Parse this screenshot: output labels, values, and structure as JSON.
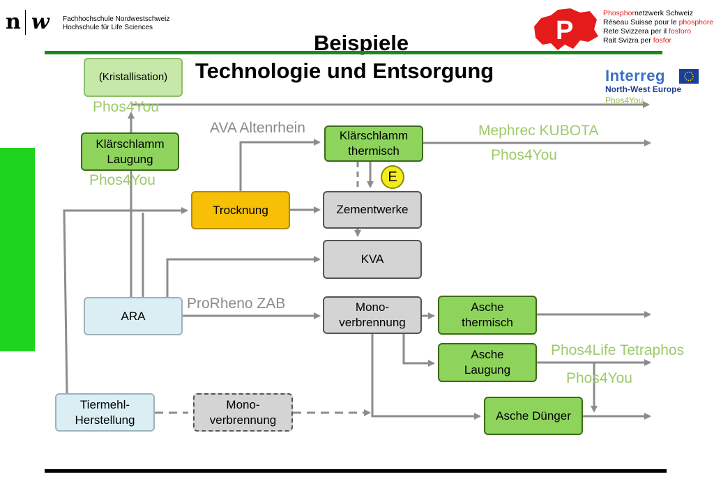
{
  "header": {
    "logo_n": "n",
    "logo_w": "w",
    "fh_line1": "Fachhochschule Nordwestschweiz",
    "fh_line2": "Hochschule für Life Sciences"
  },
  "phosphor": {
    "line1_red": "Phosphor",
    "line1_rest": "netzwerk Schweiz",
    "line2_a": "Réseau Suisse pour le ",
    "line2_red": "phosphore",
    "line3_a": "Rete Svizzera per il ",
    "line3_red": "fosforo",
    "line4_a": "Rait Svizra per ",
    "line4_red": "fosfor",
    "logo_letter": "P"
  },
  "interreg": {
    "name": "Interreg",
    "region": "North-West Europe",
    "project": "Phos4You"
  },
  "titles": {
    "title1": "Beispiele",
    "title2": "Technologie und Entsorgung"
  },
  "boxes": {
    "kristallisation": "(Kristallisation)",
    "ks_laugung_1": "Klärschlamm",
    "ks_laugung_2": "Laugung",
    "trocknung": "Trocknung",
    "ks_thermisch_1": "Klärschlamm",
    "ks_thermisch_2": "thermisch",
    "zementwerke": "Zementwerke",
    "kva": "KVA",
    "ara": "ARA",
    "mono1_1": "Mono-",
    "mono1_2": "verbrennung",
    "asche_thermisch_1": "Asche",
    "asche_thermisch_2": "thermisch",
    "asche_laugung_1": "Asche",
    "asche_laugung_2": "Laugung",
    "tiermehl_1": "Tiermehl-",
    "tiermehl_2": "Herstellung",
    "mono2_1": "Mono-",
    "mono2_2": "verbrennung",
    "asche_duenger": "Asche Dünger",
    "energy": "E"
  },
  "labels": {
    "phos4you_top": "Phos4You",
    "ava": "AVA Altenrhein",
    "mephrec": "Mephrec   KUBOTA",
    "phos4you_right": "Phos4You",
    "phos4you_left": "Phos4You",
    "prorheno": "ProRheno  ZAB",
    "phos4life": "Phos4Life Tetraphos",
    "phos4you_bottom": "Phos4You"
  },
  "colors": {
    "line": "#8c8c8c",
    "green_bar": "#1a8a1a",
    "side_green": "#1ed41e",
    "label_green": "#9dca6a"
  }
}
